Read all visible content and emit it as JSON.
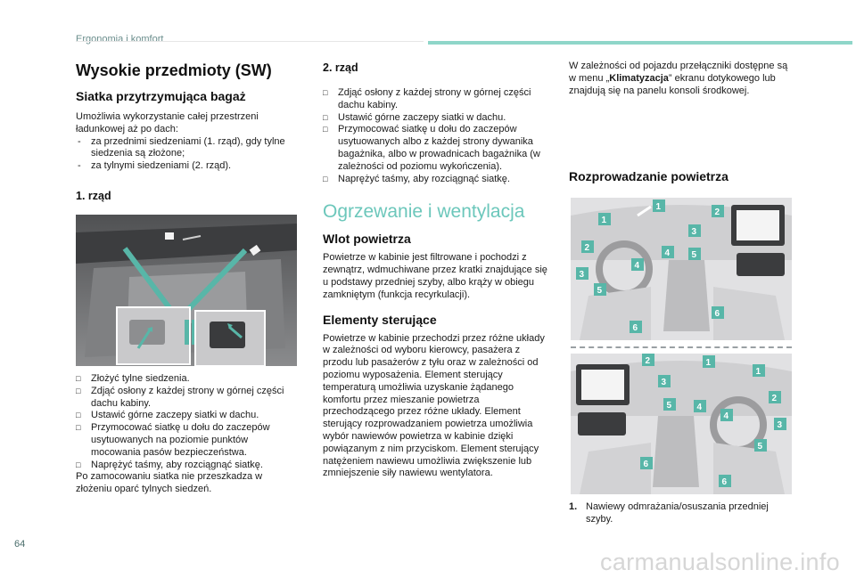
{
  "header": {
    "section": "Ergonomia i komfort"
  },
  "page_number": "64",
  "watermark": "carmanualsonline.info",
  "col1": {
    "title": "Wysokie przedmioty (SW)",
    "subtitle": "Siatka przytrzymująca bagaż",
    "intro": "Umożliwia wykorzystanie całej przestrzeni ładunkowej aż po dach:",
    "dash_items": [
      "za przednimi siedzeniami (1. rząd), gdy tylne siedzenia są złożone;",
      "za tylnymi siedzeniami (2. rząd)."
    ],
    "row1_title": "1. rząd",
    "row1_steps": [
      "Złożyć tylne siedzenia.",
      "Zdjąć osłony z każdej strony w górnej części dachu kabiny.",
      "Ustawić górne zaczepy siatki w dachu.",
      "Przymocować siatkę u dołu do zaczepów usytuowanych na poziomie punktów mocowania pasów bezpieczeństwa.",
      "Naprężyć taśmy, aby rozciągnąć siatkę."
    ],
    "closing": "Po zamocowaniu siatka nie przeszkadza w złożeniu oparć tylnych siedzeń."
  },
  "col2": {
    "row2_title": "2. rząd",
    "row2_steps": [
      "Zdjąć osłony z każdej strony w górnej części dachu kabiny.",
      "Ustawić górne zaczepy siatki w dachu.",
      "Przymocować siatkę u dołu do zaczepów usytuowanych albo z każdej strony dywanika bagażnika, albo w prowadnicach bagażnika (w zależności od poziomu wykończenia).",
      "Naprężyć taśmy, aby rozciągnąć siatkę."
    ],
    "heating_title": "Ogrzewanie i wentylacja",
    "inlet_title": "Wlot powietrza",
    "inlet_text": "Powietrze w kabinie jest filtrowane i pochodzi z zewnątrz, wdmuchiwane przez kratki znajdujące się u podstawy przedniej szyby, albo krąży w obiegu zamkniętym (funkcja recyrkulacji).",
    "controls_title": "Elementy sterujące",
    "controls_text": "Powietrze w kabinie przechodzi przez różne układy w zależności od wyboru kierowcy, pasażera z przodu lub pasażerów z tyłu oraz w zależności od poziomu wyposażenia. Element sterujący temperaturą umożliwia uzyskanie żądanego komfortu przez mieszanie powietrza przechodzącego przez różne układy. Element sterujący rozprowadzaniem powietrza umożliwia wybór nawiewów powietrza w kabinie dzięki powiązanym z nim przyciskom. Element sterujący natężeniem nawiewu umożliwia zwiększenie lub zmniejszenie siły nawiewu wentylatora."
  },
  "col3": {
    "intro_before": "W zależności od pojazdu przełączniki dostępne są w menu „",
    "intro_bold": "Klimatyzacja",
    "intro_after": "” ekranu dotykowego lub znajdują się na panelu konsoli środkowej.",
    "distribution_title": "Rozprowadzanie powietrza",
    "legend_num": "1.",
    "legend_text": "Nawiewy odmrażania/osuszania przedniej szyby."
  },
  "callouts": [
    "1",
    "2",
    "3",
    "4",
    "5",
    "6"
  ],
  "colors": {
    "accent": "#6cc7bb",
    "callout": "#58b6a8",
    "bar": "#8fd6c9"
  }
}
